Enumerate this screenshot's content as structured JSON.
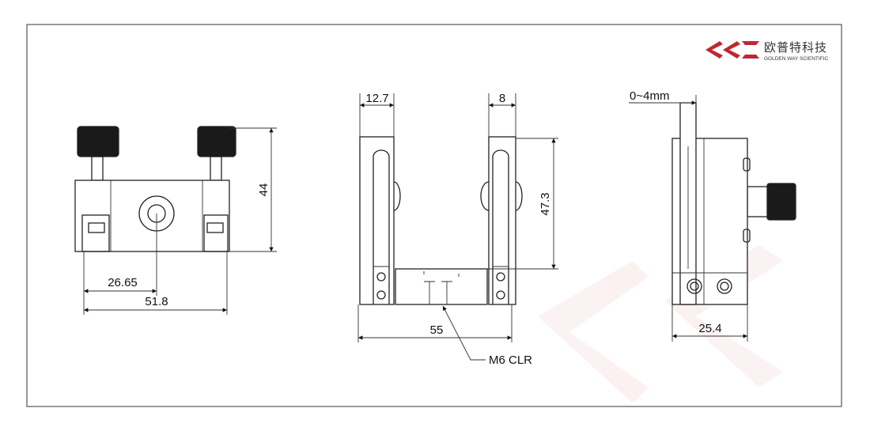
{
  "logo": {
    "name_cn": "欧普特科技",
    "name_en": "GOLDEN WAY SCIENTIFIC",
    "brand_color": "#c0282d"
  },
  "front_view": {
    "height_dim": "44",
    "hole_offset_dim": "26.65",
    "width_dim": "51.8"
  },
  "middle_view": {
    "arm_width_left": "12.7",
    "arm_width_right": "8",
    "height_dim": "47.3",
    "width_dim": "55",
    "callout": "M6 CLR"
  },
  "side_view": {
    "gap_dim": "0~4mm",
    "depth_dim": "25.4"
  }
}
